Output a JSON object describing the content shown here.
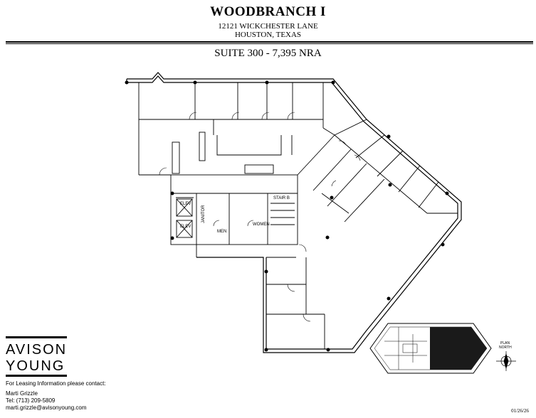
{
  "header": {
    "building_name": "WOODBRANCH I",
    "street": "12121 WICKCHESTER LANE",
    "city": "HOUSTON, TEXAS"
  },
  "suite": {
    "title": "SUITE 300 - 7,395 NRA"
  },
  "plan_labels": {
    "elev": "ELEV",
    "janitor": "JANITOR",
    "men": "MEN",
    "women": "WOMEN",
    "stair": "STAIR B"
  },
  "north_arrow": {
    "top": "PLAN",
    "bottom": "NORTH"
  },
  "logo": {
    "line1": "AVISON",
    "line2": "YOUNG"
  },
  "contact": {
    "intro": "For Leasing Information please contact:",
    "name": "Marti Grizzle",
    "phone": "Tel: (713) 209-5809",
    "email": "marti.grizzle@avisonyoung.com"
  },
  "date": "01/26/26"
}
